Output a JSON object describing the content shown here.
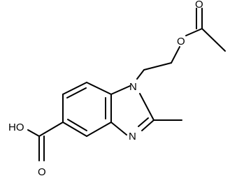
{
  "molecule": {
    "atoms": {
      "n1": "N",
      "n3": "N",
      "o_ester": "O",
      "o_carbonyl_ester": "O",
      "oh_acid": "HO",
      "o_carbonyl_acid": "O"
    }
  },
  "colors": {
    "bond": "#000000",
    "text": "#000000",
    "background": "#ffffff"
  }
}
